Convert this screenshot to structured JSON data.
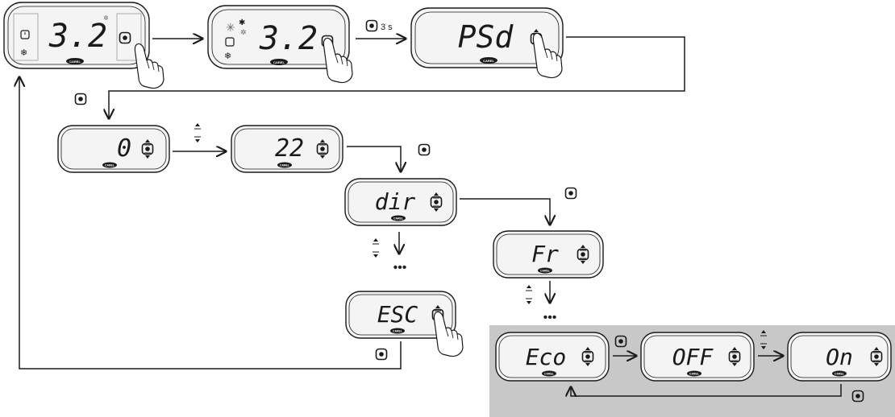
{
  "panels": {
    "p1": {
      "display": "3.2",
      "brand": "CAREL"
    },
    "p2": {
      "display": "3.2",
      "brand": "CAREL"
    },
    "p3": {
      "display": "PSd",
      "brand": "CAREL"
    },
    "p4": {
      "display": "0",
      "brand": "CAREL"
    },
    "p5": {
      "display": "22",
      "brand": "CAREL"
    },
    "p6": {
      "display": "dir",
      "brand": "CAREL"
    },
    "p7": {
      "display": "Fr",
      "brand": "CAREL"
    },
    "p8": {
      "display": "ESC",
      "brand": "CAREL"
    },
    "p9": {
      "display": "Eco",
      "brand": "CAREL"
    },
    "p10": {
      "display": "OFF",
      "brand": "CAREL"
    },
    "p11": {
      "display": "On",
      "brand": "CAREL"
    }
  },
  "annotations": {
    "hold_time": "3 s",
    "ellipsis": "•••"
  },
  "colors": {
    "highlight_region": "#c8c8c8",
    "line": "#1a1a1a",
    "panel_face": "#ececec"
  }
}
